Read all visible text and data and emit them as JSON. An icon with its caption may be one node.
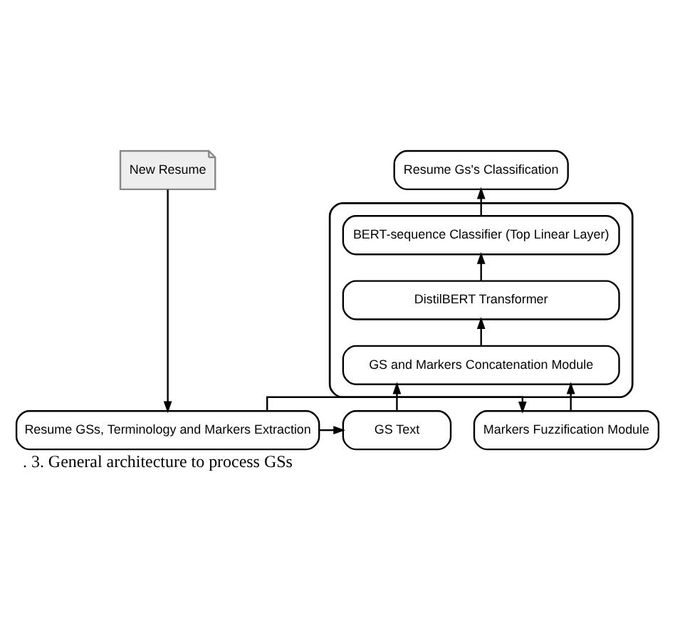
{
  "diagram": {
    "caption": ". 3. General architecture to process GSs",
    "nodes": [
      {
        "text": [
          "New Resume"
        ]
      },
      {
        "text": [
          "Resume Gs's Classification"
        ]
      },
      {
        "text": [],
        "shape": "box"
      },
      {
        "text": [
          "BERT-sequence Classifier (Top Linear Layer)"
        ],
        "in": 2
      },
      {
        "text": [
          "DistilBERT Transformer"
        ],
        "in": 2
      },
      {
        "text": [
          "GS and Markers Concatenation Module"
        ],
        "in": 2
      },
      {
        "text": [
          "Resume GSs, Terminology and Markers Extraction"
        ]
      },
      {
        "text": [
          "GS Text"
        ]
      },
      {
        "text": [
          "Markers Fuzzification Module"
        ]
      }
    ],
    "edges": [
      {
        "from": 0,
        "to": 6,
        "arrow": "to"
      },
      {
        "from": 6,
        "to": 7,
        "arrow": "to"
      },
      {
        "from": 6,
        "to": 8,
        "arrow": "to"
      },
      {
        "from": 7,
        "to": 5,
        "arrow": "to"
      },
      {
        "from": 8,
        "to": 5,
        "arrow": "to"
      },
      {
        "from": 5,
        "to": 4,
        "arrow": "to"
      },
      {
        "from": 4,
        "to": 3,
        "arrow": "to"
      },
      {
        "from": 3,
        "to": 1,
        "arrow": "to"
      }
    ]
  }
}
